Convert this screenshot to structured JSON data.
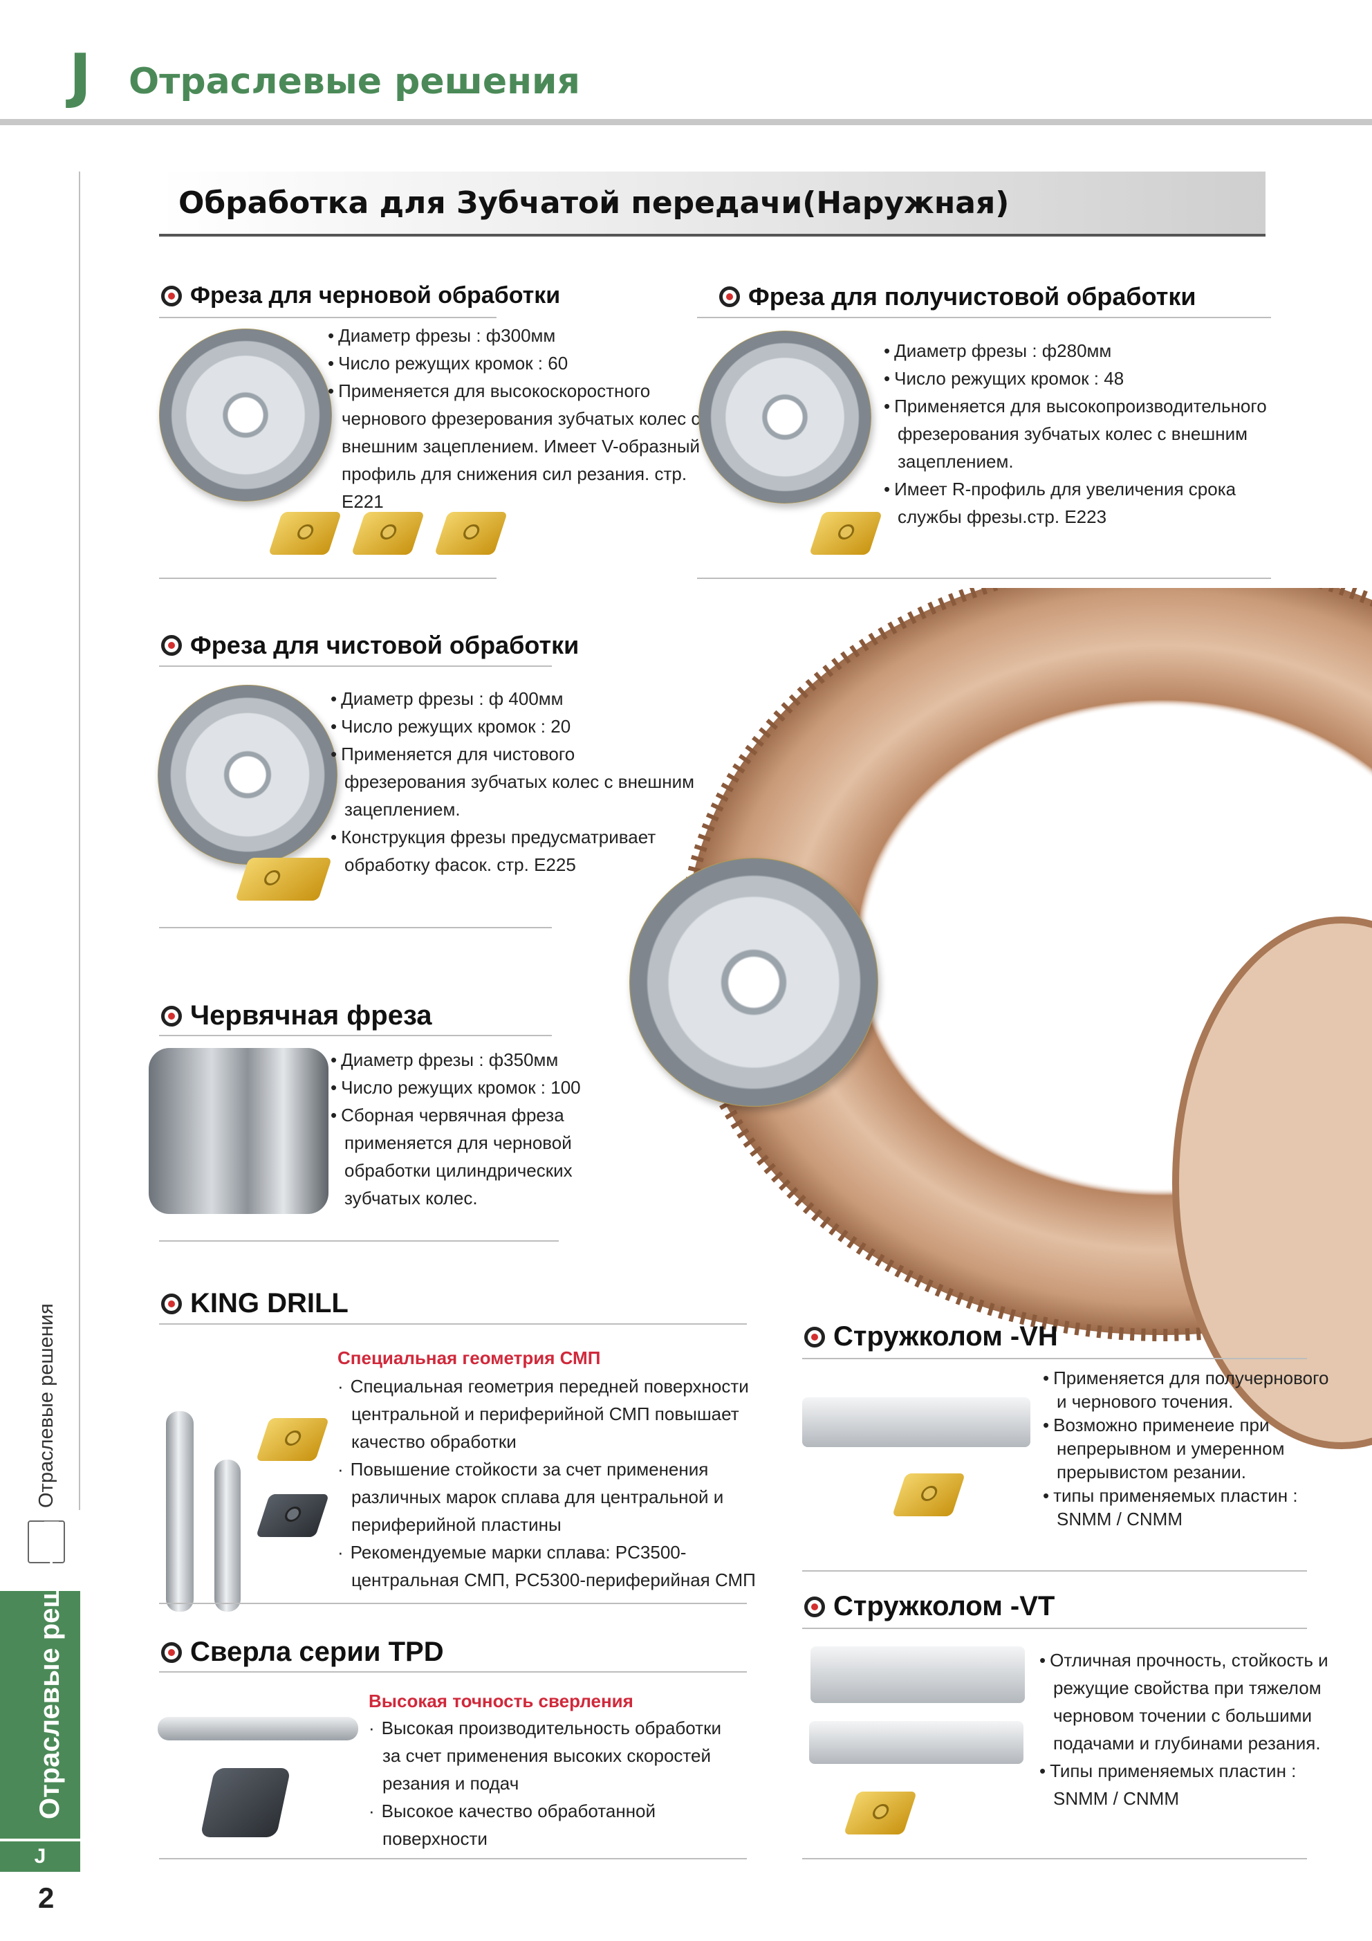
{
  "header": {
    "section_letter": "J",
    "section_title": "Отраслевые решения"
  },
  "sidebar": {
    "vertical_label": "Отраслевые решения",
    "tab_label": "Отраслевые решения",
    "tab_letter": "J",
    "page_number": "2"
  },
  "banner": {
    "title": "Обработка для Зубчатой передачи(Наружная)"
  },
  "cards": {
    "roughing": {
      "heading": "Фреза для черновой обработки",
      "lines": [
        "Диаметр фрезы : ф300мм",
        "Число режущих кромок : 60",
        "Применяется для высокоскоростного чернового фрезерования зубчатых колес с внешним зацеплением. Имеет V-образный профиль для снижения сил резания. стр. E221"
      ]
    },
    "semi": {
      "heading": "Фреза для получистовой обработки",
      "lines": [
        "Диаметр фрезы : ф280мм",
        "Число режущих кромок : 48",
        "Применяется для высокопроизводительного фрезерования зубчатых колес с внешним зацеплением.",
        "Имеет R-профиль для увеличения срока службы фрезы.стр. E223"
      ]
    },
    "finishing": {
      "heading": "Фреза для чистовой обработки",
      "lines": [
        "Диаметр фрезы : ф 400мм",
        "Число режущих кромок : 20",
        "Применяется для чистового фрезерования зубчатых колес с внешним зацеплением.",
        "Конструкция фрезы предусматривает обработку фасок. стр. E225"
      ]
    },
    "hob": {
      "heading": "Червячная фреза",
      "lines": [
        "Диаметр фрезы : ф350мм",
        "Число режущих кромок : 100",
        "Сборная червячная фреза применяется для черновой обработки цилиндрических зубчатых колес."
      ]
    },
    "king_drill": {
      "heading": "KING DRILL",
      "subheading": "Специальная геометрия СМП",
      "lines": [
        "Специальная геометрия передней поверхности центральной и периферийной СМП повышает качество обработки",
        "Повышение стойкости за счет применения различных марок сплава для центральной и периферийной пластины",
        "Рекомендуемые марки сплава: PC3500-центральная СМП, PC5300-периферийная СМП"
      ]
    },
    "tpd": {
      "heading": "Сверла серии TPD",
      "subheading": "Высокая точность сверления",
      "lines": [
        "Высокая производительность обработки за счет применения высоких скоростей резания и подач",
        "Высокое качество обработанной поверхности"
      ]
    },
    "vh": {
      "heading": "Стружколом -VH",
      "lines": [
        "Применяется для получернового и чернового точения.",
        "Возможно применеие при непрерывном и умеренном прерывистом резании.",
        "типы применяемых пластин : SNMM / CNMM"
      ]
    },
    "vt": {
      "heading": "Стружколом -VT",
      "lines": [
        "Отличная прочность, стойкость и режущие свойства при тяжелом черновом точении с большими подачами и глубинами резания.",
        "Типы применяемых пластин : SNMM / CNMM"
      ]
    }
  },
  "colors": {
    "accent_green": "#4b8a58",
    "accent_red": "#d0293b",
    "insert_gold": "#d9a927",
    "gear_bronze": "#c99a78"
  }
}
